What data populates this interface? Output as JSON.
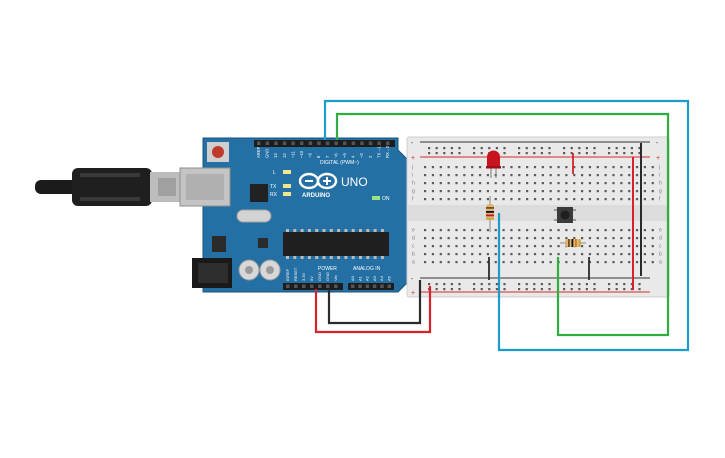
{
  "board": {
    "brand": "ARDUINO",
    "model": "UNO",
    "digital_label": "DIGITAL (PWM~)",
    "power_label": "POWER",
    "analog_label": "ANALOG IN",
    "on_label": "ON",
    "led_l": "L",
    "led_tx": "TX",
    "led_rx": "RX",
    "top_pins": [
      "AREF",
      "GND",
      "13",
      "12",
      "~11",
      "~10",
      "~9",
      "8",
      "7",
      "~6",
      "~5",
      "4",
      "~3",
      "2",
      "TX→1",
      "RX←0"
    ],
    "power_pins": [
      "IOREF",
      "RESET",
      "3.3V",
      "5V",
      "GND",
      "GND",
      "Vin"
    ],
    "analog_pins": [
      "A0",
      "A1",
      "A2",
      "A3",
      "A4",
      "A5"
    ]
  },
  "breadboard": {
    "row_letters_top": [
      "j",
      "i",
      "h",
      "g",
      "f"
    ],
    "row_letters_bottom": [
      "e",
      "d",
      "c",
      "b",
      "a"
    ],
    "rail_minus": "-",
    "rail_plus": "+"
  },
  "colors": {
    "board": "#2470a4",
    "board_edge": "#1a5580",
    "wire_blue": "#1e9cc9",
    "wire_green": "#2fae3f",
    "wire_red": "#d8222a",
    "wire_black": "#2b2b2b",
    "breadboard": "#e9e9e9",
    "led": "#c8141e"
  }
}
